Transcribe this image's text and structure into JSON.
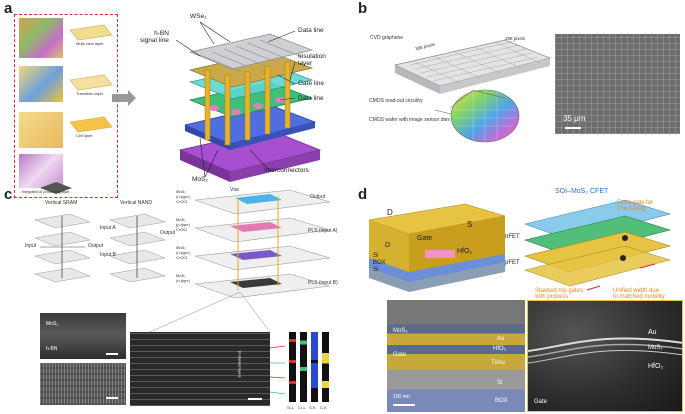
{
  "panels": {
    "a": {
      "label": "a",
      "left_labels": [
        "Multi-view layer",
        "Transition layer",
        "Cell layer",
        "Integrated AI processing layer"
      ],
      "wse2": "WSe₂",
      "hbn": "h-BN\nsignal line",
      "data_line_top": "Data line",
      "insulation": "Insulation\nlayer",
      "gate_line": "Gate line",
      "data_line_2": "Data line",
      "mos2": "MoS₂",
      "interconnectors": "Interconnectors"
    },
    "b": {
      "label": "b",
      "cvd": "CVD graphene",
      "cmos_readout": "CMOS read-out circuitry",
      "cmos_wafer": "CMOS wafer with image sensor dies",
      "dim1": "388 pixels",
      "dim2": "288 pixels",
      "scale": "35 μm"
    },
    "c": {
      "label": "c",
      "sram_title": "Vertical SRAM",
      "nand_title": "Vertical NAND",
      "vdd": "Vᴅᴅ",
      "input": "Input",
      "output": "Output",
      "input_a": "Input A",
      "input_b": "Input B",
      "layers": [
        "MoS₂\n(n-type)\nCrOCl",
        "MoS₂\n(p-type)\nCrOCl",
        "MoS₂\n(n-type)\nCrOCl",
        "MoS₂\n(n-type)"
      ],
      "output_right": "Output",
      "pls_a": "PLS (input A)",
      "pls_b": "PLS (input B)",
      "tem_mos2": "MoS₂",
      "tem_hbn": "h-BN",
      "stack_label": "10 stacked layers",
      "bar_labels": [
        "Si-L",
        "Cr-L",
        "S-K",
        "C-K"
      ]
    },
    "d": {
      "label": "d",
      "cfet_title": "SOI–MoS₂ CFET",
      "d1": "D",
      "s1": "S",
      "d2": "D",
      "gate": "Gate",
      "hfo2": "HfO₂",
      "si": "Si",
      "box": "BOX",
      "si2": "Si",
      "extra_gate": "Extra gate for\nVᴛʜ tuning",
      "nfet": "nFET",
      "pfet": "pFET",
      "stacked": "Stacked n/p gates\nwith process",
      "unified": "Unified width due\nto matched mobility",
      "tem_mos2": "MoS₂",
      "tem_au": "Au",
      "tem_hfo2": "HfO₂",
      "tem_gate": "Gate",
      "tem_tiau": "Ti/Au",
      "tem_si": "Si",
      "tem_box": "BOX",
      "scale": "100 nm",
      "zoom_au": "Au",
      "zoom_mos2": "MoS₂",
      "zoom_hfo2": "HfO₂",
      "zoom_gate": "Gate"
    }
  },
  "colors": {
    "accent_red": "#e0292a",
    "orange_text": "#e8871e",
    "blue_title": "#2a6fd6",
    "gold": "#e8b81a"
  }
}
